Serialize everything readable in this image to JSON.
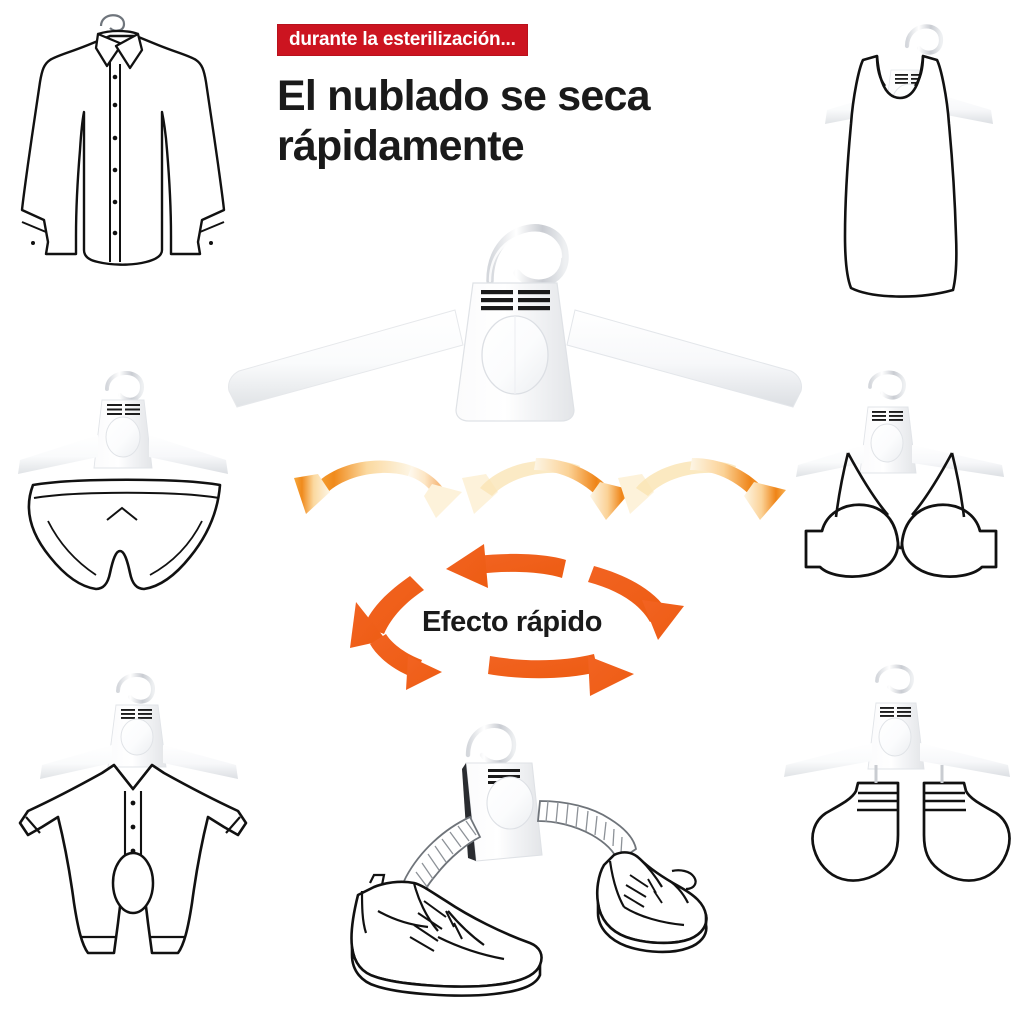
{
  "headline": {
    "badge": "durante la esterilización...",
    "title": "El nublado se seca\nrápidamente"
  },
  "center": {
    "cycle_label": "Efecto rápido"
  },
  "colors": {
    "badge_red": "#cc1420",
    "cycle_arrow_orange": "#f26322",
    "airflow_arrow_orange": "#f08318",
    "airflow_arrow_cream": "#fdf3dd",
    "line_art_stroke": "#111111",
    "device_body": "#ffffff",
    "device_shadow": "#e2e4e6",
    "background": "#ffffff"
  },
  "panels": [
    {
      "id": "top-left",
      "name": "dress-shirt-illustration",
      "garment": "dress shirt",
      "hanger": "plain wire hook"
    },
    {
      "id": "top-right",
      "name": "tank-dress-illustration",
      "garment": "tank top dress",
      "hanger": "electric drying hanger"
    },
    {
      "id": "center",
      "name": "main-product-illustration",
      "garment": "none",
      "hanger": "electric drying hanger"
    },
    {
      "id": "mid-left",
      "name": "briefs-illustration",
      "garment": "briefs",
      "hanger": "electric drying hanger"
    },
    {
      "id": "mid-right",
      "name": "bra-illustration",
      "garment": "bra",
      "hanger": "electric drying hanger"
    },
    {
      "id": "bottom-left",
      "name": "baby-romper-illustration",
      "garment": "baby romper",
      "hanger": "electric drying hanger"
    },
    {
      "id": "bottom-center",
      "name": "sneakers-illustration",
      "garment": "sneakers",
      "hanger": "electric drying hanger with hoses"
    },
    {
      "id": "bottom-right",
      "name": "socks-illustration",
      "garment": "socks",
      "hanger": "electric drying hanger"
    }
  ],
  "airflow_arrows": {
    "count": 3,
    "description": "double-headed curved gradient arrows showing warm airflow"
  }
}
